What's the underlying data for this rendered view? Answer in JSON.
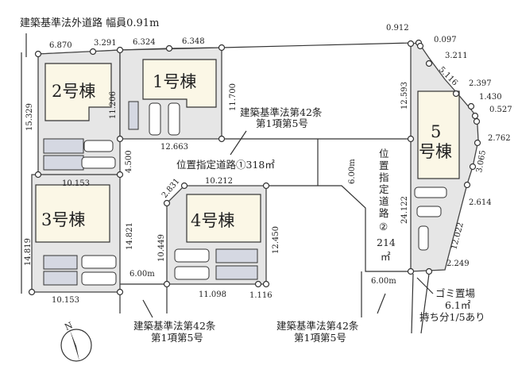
{
  "title": "建築基準法外道路 幅員0.91m",
  "buildings": {
    "b1": "1号棟",
    "b2": "2号棟",
    "b3": "3号棟",
    "b4": "4号棟",
    "b5a": "5",
    "b5b": "号棟"
  },
  "dimensions": {
    "top": [
      "6.870",
      "3.291",
      "6.324",
      "6.348"
    ],
    "d15_329": "15.329",
    "d11_206": "11.206",
    "d11_700": "11.700",
    "d12_663": "12.663",
    "d4_500": "4.500",
    "d10_153_top": "10.153",
    "d14_819": "14.819",
    "d14_821": "14.821",
    "d10_153_bottom": "10.153",
    "d2_831": "2.831",
    "d10_212": "10.212",
    "d10_449": "10.449",
    "d12_450": "12.450",
    "d11_098": "11.098",
    "d1_116": "1.116",
    "d0_912": "0.912",
    "d0_097": "0.097",
    "d3_211": "3.211",
    "d5_116": "5.116",
    "d2_397": "2.397",
    "d1_430": "1.430",
    "d0_527": "0.527",
    "d2_762": "2.762",
    "d3_065": "3.065",
    "d2_614": "2.614",
    "d12_022": "12.022",
    "d2_249": "2.249",
    "d12_593": "12.593",
    "d24_122": "24.122",
    "road_width_1": "6.00m",
    "road_width_2": "6.00m",
    "road_width_3": "6.00m"
  },
  "roads": {
    "road1": "位置指定道路①318㎡",
    "road2_chars": [
      "位",
      "置",
      "指",
      "定",
      "道",
      "路",
      "②"
    ],
    "road2_area": "214",
    "road2_unit": "㎡",
    "art42_top_line1": "建築基準法第42条",
    "art42_top_line2": "第1項第5号",
    "art42_bl_line1": "建築基準法第42条",
    "art42_bl_line2": "第1項第5号",
    "art42_bc_line1": "建築基準法第42条",
    "art42_bc_line2": "第1項第5号"
  },
  "garbage": {
    "line1": "ゴミ置場",
    "line2": "6.1㎡",
    "line3": "持ち分1/5あり"
  },
  "compass": {
    "label": "N"
  }
}
